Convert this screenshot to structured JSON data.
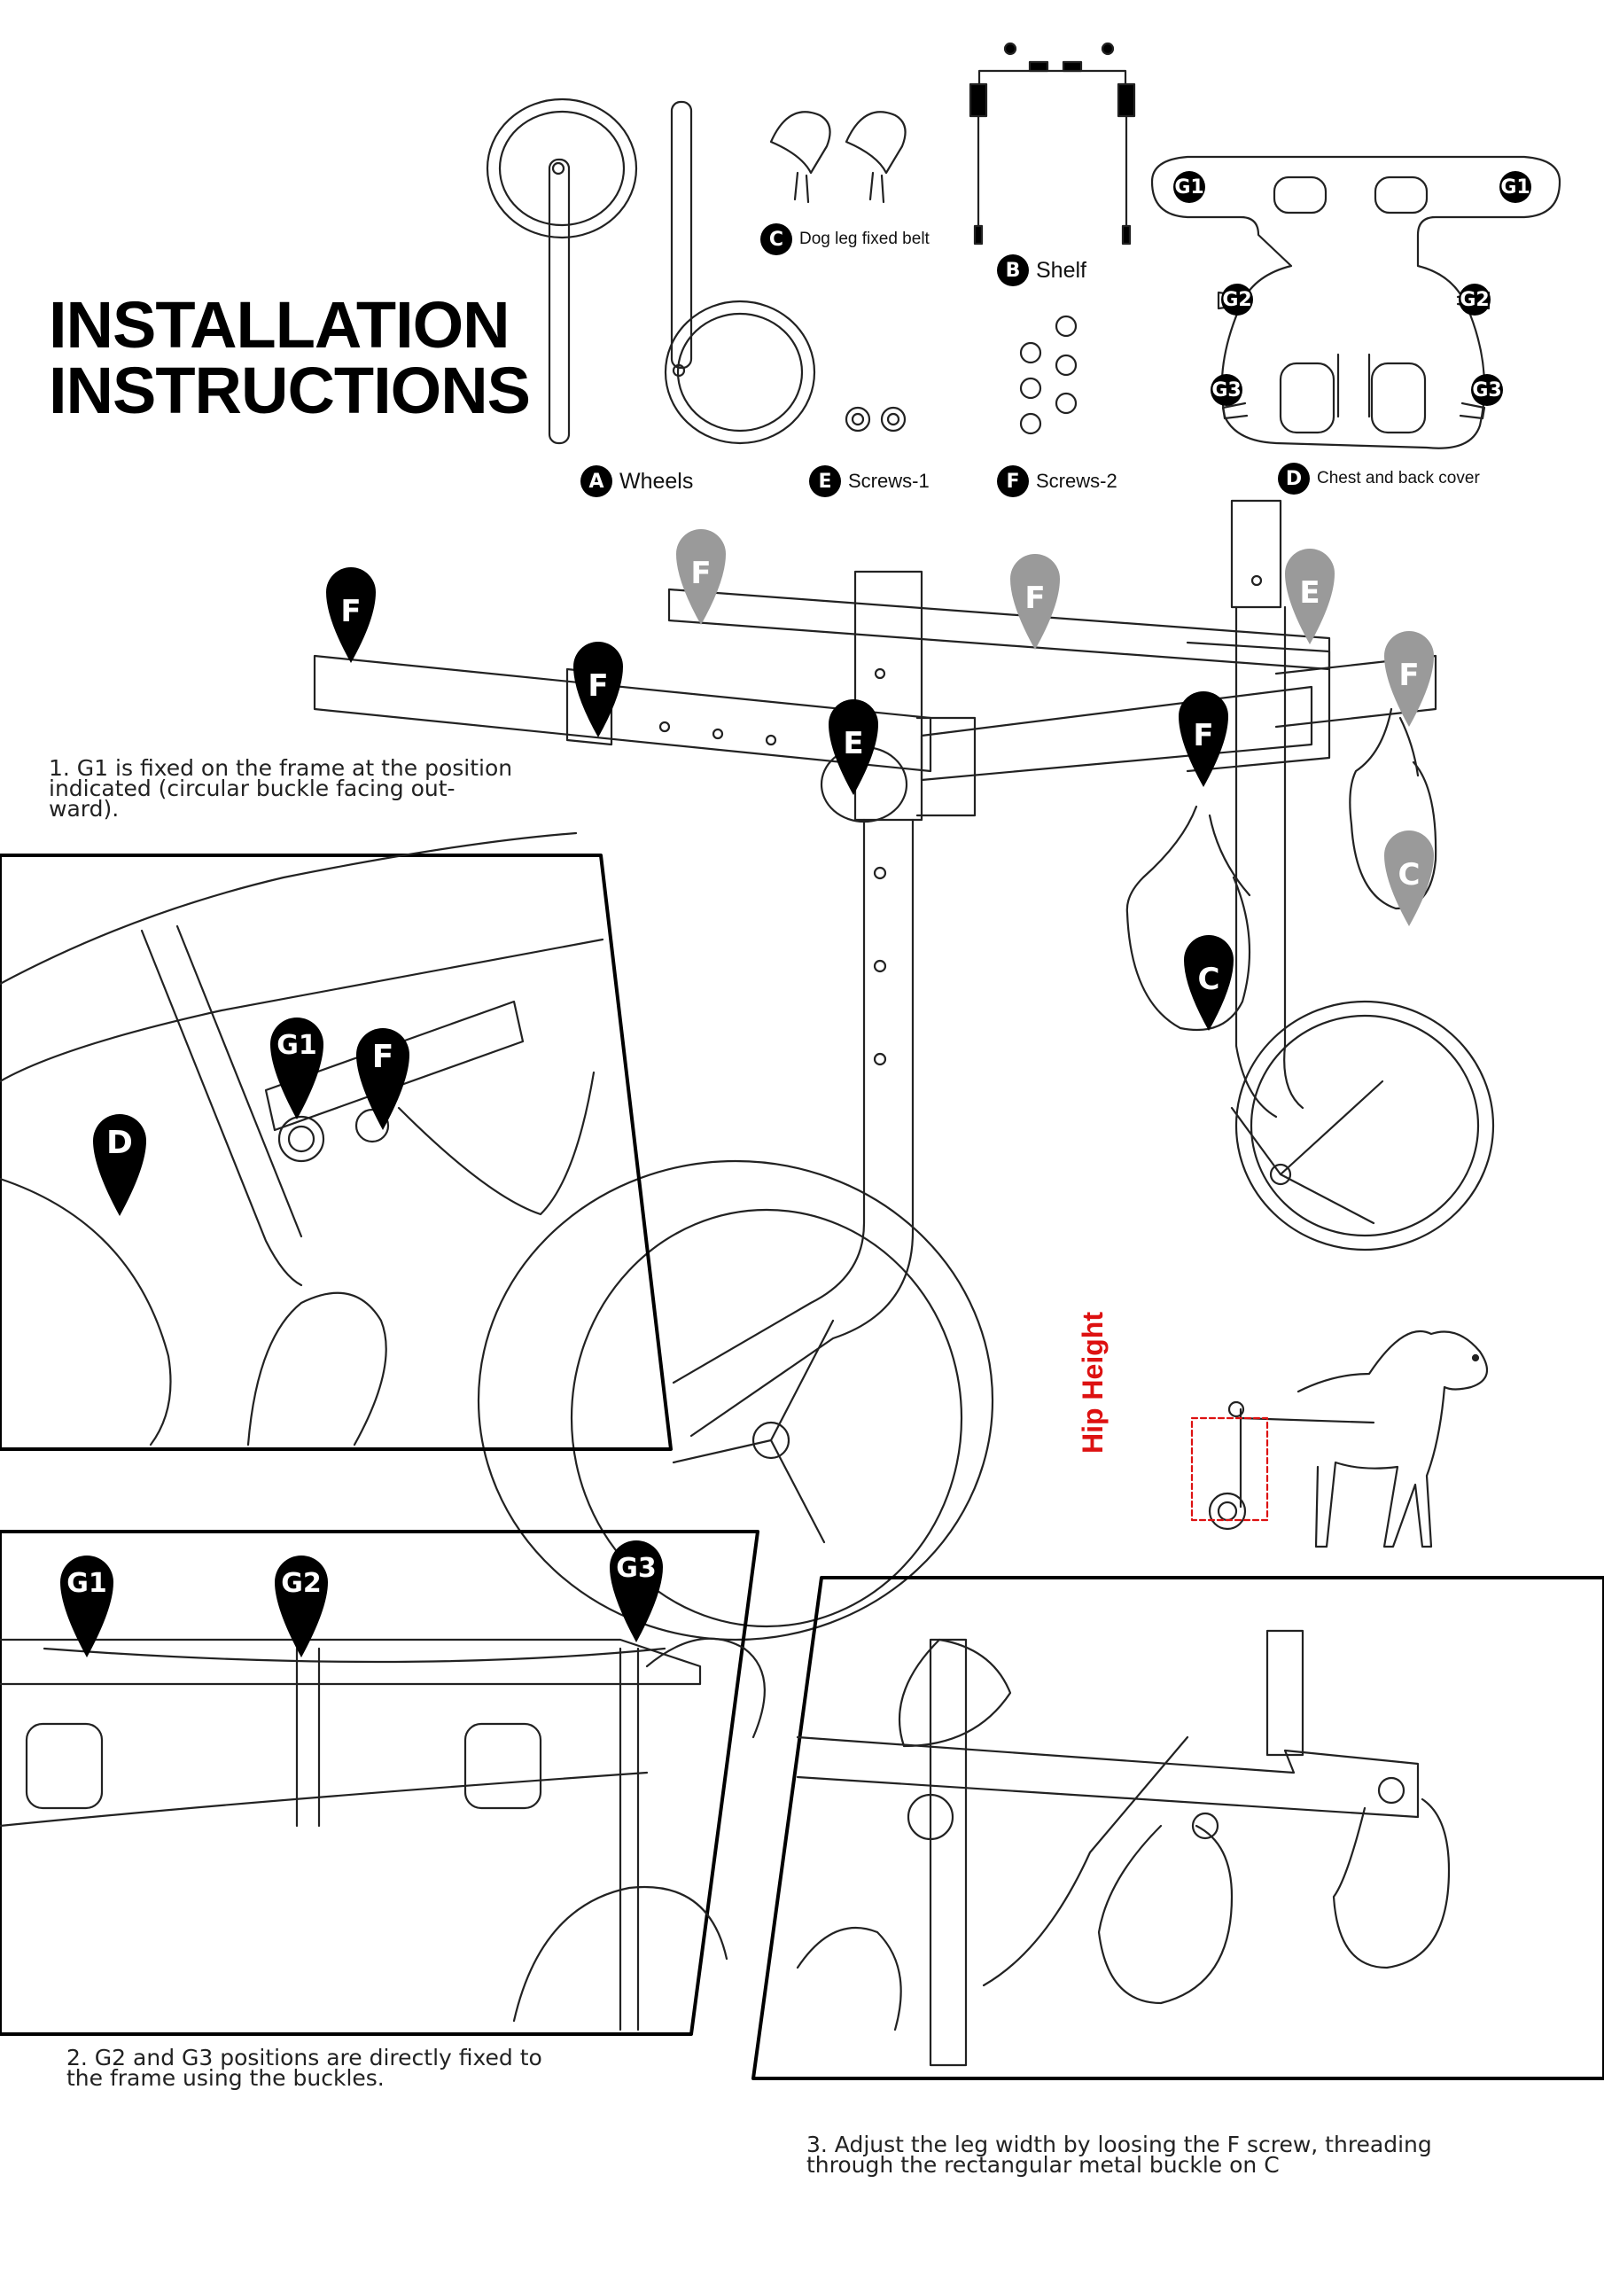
{
  "title": {
    "line1": "INSTALLATION",
    "line2": "INSTRUCTIONS"
  },
  "parts": {
    "a": {
      "letter": "A",
      "label": "Wheels"
    },
    "b": {
      "letter": "B",
      "label": "Shelf"
    },
    "c": {
      "letter": "C",
      "label": "Dog leg fixed belt"
    },
    "d": {
      "letter": "D",
      "label": "Chest and back cover"
    },
    "e": {
      "letter": "E",
      "label": "Screws-1"
    },
    "f": {
      "letter": "F",
      "label": "Screws-2"
    }
  },
  "cover_markers": {
    "g1": "G1",
    "g2": "G2",
    "g3": "G3"
  },
  "main_markers": {
    "f": "F",
    "e": "E",
    "c": "C"
  },
  "hip_height": "Hip Height",
  "steps": {
    "s1": {
      "line1": "1. G1 is fixed on the frame at the position",
      "line2": "indicated (circular buckle facing out-",
      "line3": "ward)."
    },
    "s2": {
      "line1": "2. G2 and G3 positions are directly fixed to",
      "line2": "the frame using the buckles."
    },
    "s3": {
      "line1": "3. Adjust the leg width by loosing the F screw, threading",
      "line2": "through the rectangular metal buckle on C"
    }
  },
  "panel1_markers": {
    "g1": "G1",
    "f": "F",
    "d": "D"
  },
  "panel2_markers": {
    "g1": "G1",
    "g2": "G2",
    "g3": "G3"
  },
  "colors": {
    "ink": "#000000",
    "marker_grey": "#9a9a9a",
    "hip_red": "#d11111"
  }
}
